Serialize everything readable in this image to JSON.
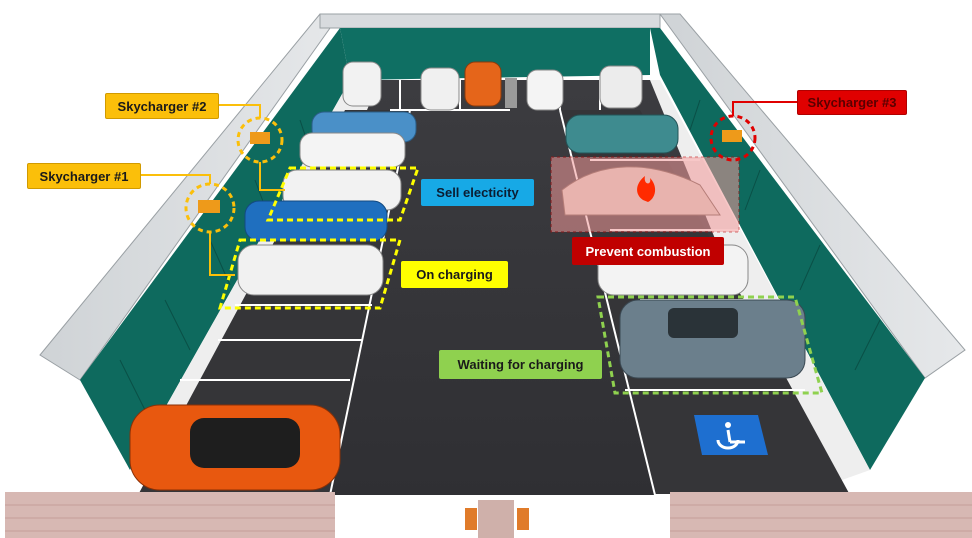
{
  "labels": {
    "skycharger_2": "Skycharger #2",
    "skycharger_1": "Skycharger #1",
    "skycharger_3": "Skycharger #3",
    "sell_electricity": "Sell electicity",
    "on_charging": "On charging",
    "prevent_combustion": "Prevent combustion",
    "waiting_for_charging": "Waiting for charging"
  },
  "colors": {
    "skycharger_active": "#fbbf0a",
    "skycharger_alert": "#e00000",
    "sell": "#17a9e6",
    "charging": "#ffff00",
    "danger": "#c00000",
    "waiting": "#8fd14f",
    "floor": "#3a3a3d",
    "wall": "#0e6a5e"
  },
  "icons": {
    "accessible_parking": "wheelchair-icon",
    "fire": "fire-icon"
  }
}
